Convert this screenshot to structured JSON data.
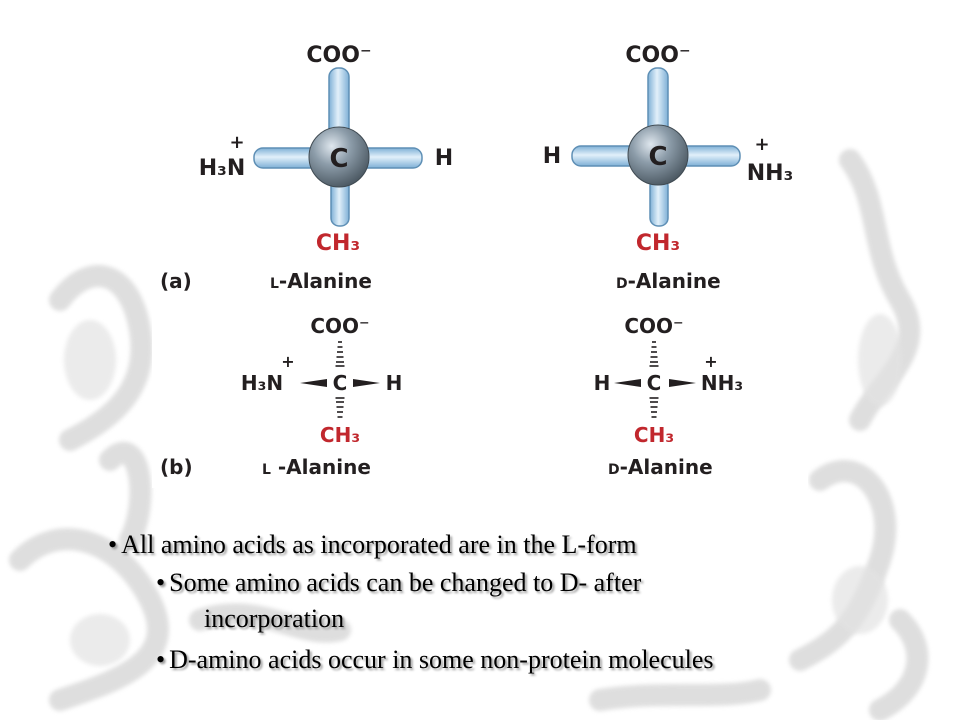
{
  "figure": {
    "panel_a": {
      "letter": "(a)",
      "left": {
        "center": "C",
        "top": "COO⁻",
        "left_group": "H₃N",
        "left_charge": "+",
        "right_group": "H",
        "bottom": "CH₃",
        "name_prefix": "L",
        "name_rest": "-Alanine"
      },
      "right": {
        "center": "C",
        "top": "COO⁻",
        "left_group": "H",
        "right_group": "NH₃",
        "right_charge": "+",
        "bottom": "CH₃",
        "name_prefix": "D",
        "name_rest": "-Alanine"
      }
    },
    "panel_b": {
      "letter": "(b)",
      "left": {
        "top": "COO⁻",
        "left_group": "H₃N",
        "left_charge": "+",
        "center": "C",
        "right_group": "H",
        "bottom": "CH₃",
        "name_prefix": "L",
        "name_rest": " -Alanine"
      },
      "right": {
        "top": "COO⁻",
        "left_group": "H",
        "center": "C",
        "right_group": "NH₃",
        "right_charge": "+",
        "bottom": "CH₃",
        "name_prefix": "D",
        "name_rest": "-Alanine"
      }
    }
  },
  "colors": {
    "bond_fill": "#b9d8ee",
    "bond_stroke": "#5e8fb5",
    "carbon_sphere": "#7d8e9b",
    "methyl_red": "#c1272d",
    "text_dark": "#231f20"
  },
  "bullets": [
    {
      "marker": "•",
      "text": "All amino acids as incorporated are in the L-form"
    },
    {
      "marker": "•",
      "text": "Some amino acids can be changed to D- after"
    },
    {
      "marker": "",
      "text": "incorporation"
    },
    {
      "marker": "•",
      "text": "D-amino acids occur in some non-protein molecules"
    }
  ]
}
